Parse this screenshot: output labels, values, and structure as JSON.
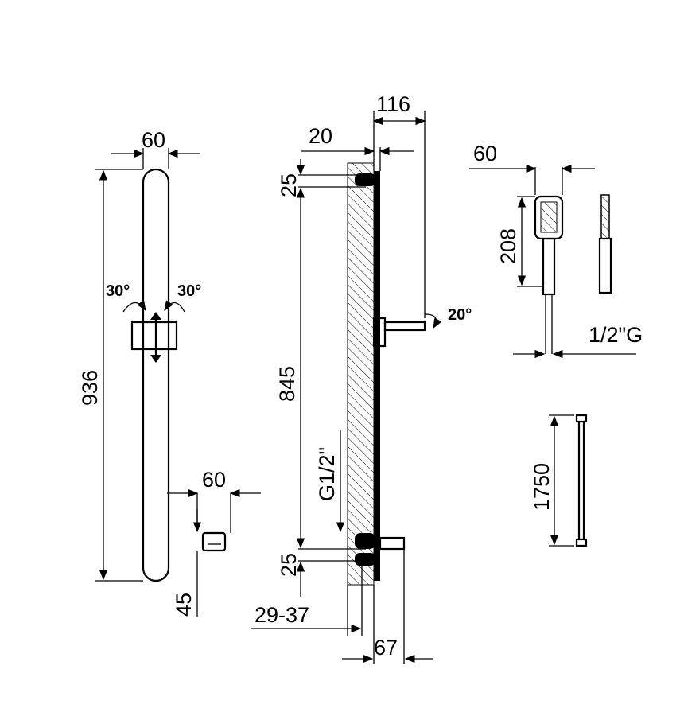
{
  "left_view": {
    "width_top": "60",
    "height_total": "936",
    "rotate_left": "30°",
    "rotate_right": "30°",
    "bracket_width": "60",
    "bracket_height": "45"
  },
  "side_view": {
    "depth_total": "116",
    "offset_top": "20",
    "top_margin": "25",
    "rail_span": "845",
    "thread": "G1/2\"",
    "bottom_margin": "25",
    "wall_range": "29-37",
    "outlet_depth": "67",
    "tilt": "20°"
  },
  "handshower": {
    "width": "60",
    "head_length": "208",
    "connection": "1/2\"G"
  },
  "hose": {
    "length": "1750"
  }
}
